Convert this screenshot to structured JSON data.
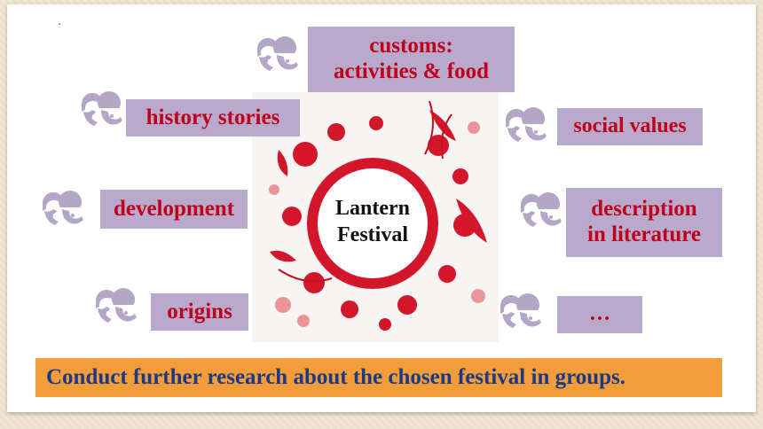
{
  "center": {
    "line1": "Lantern",
    "line2": "Festival"
  },
  "topics": {
    "customs_line1": "customs:",
    "customs_line2": "activities & food",
    "history": "history stories",
    "social": "social values",
    "development": "development",
    "description_line1": "description",
    "description_line2": "in literature",
    "origins": "origins",
    "more": "…"
  },
  "banner": "Conduct further research about the chosen festival in groups.",
  "colors": {
    "box_bg": "#b9a9cc",
    "box_text": "#c0001a",
    "banner_bg": "#f29c3a",
    "banner_text": "#1c3a84",
    "icon": "#b3a6c6"
  },
  "icons": [
    "speaking-heads-icon"
  ]
}
